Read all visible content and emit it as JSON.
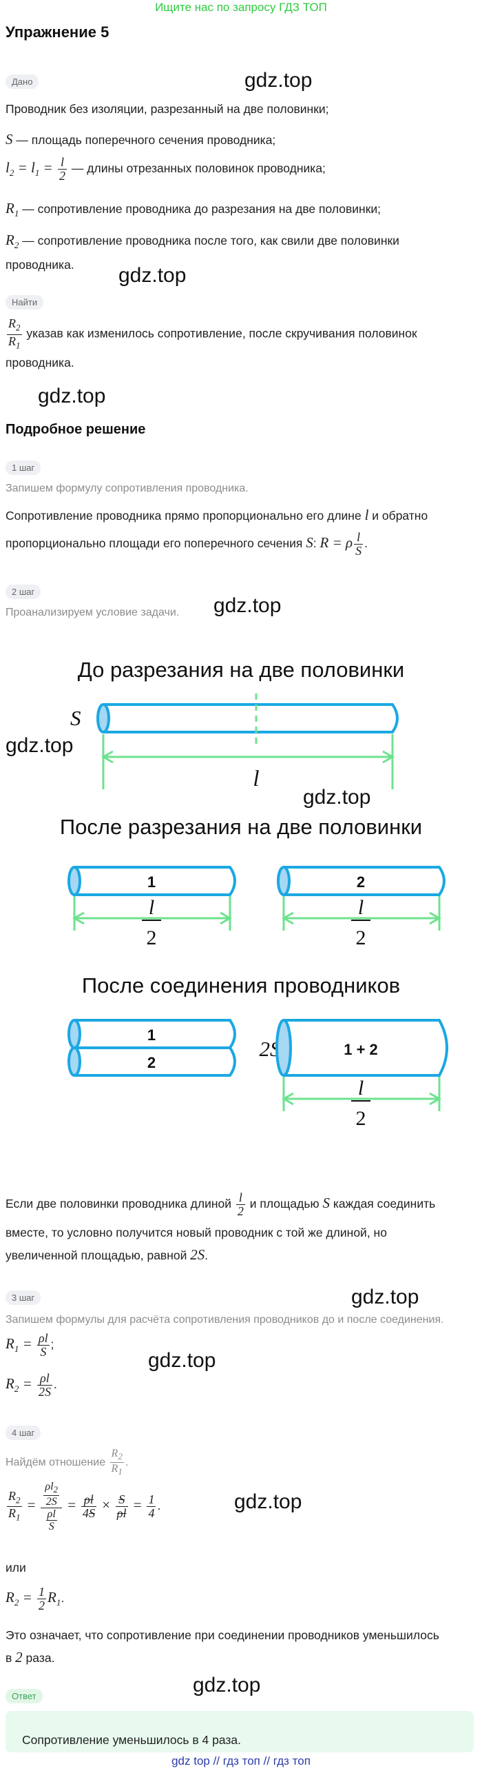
{
  "banner": "Ищите нас по запросу ГДЗ ТОП",
  "title": "Упражнение 5",
  "watermark": "gdz.top",
  "given": {
    "tag": "Дано",
    "line1": "Проводник без изоляции, разрезанный на две половинки;",
    "line2_sym": "S",
    "line2": "— площадь поперечного сечения проводника;",
    "line3_text": "— длины отрезанных половинок проводника;",
    "line4": "— сопротивление проводника до разрезания на две половинки;",
    "line5": "— сопротивление проводника после того, как свили две половинки",
    "line5b": "проводника."
  },
  "find": {
    "tag": "Найти",
    "text": "указав как изменилось сопротивление, после скручивания половинок",
    "text2": "проводника."
  },
  "solution": {
    "title": "Подробное решение",
    "step1": {
      "tag": "1 шаг",
      "caption": "Запишем формулу сопротивления проводника.",
      "text_a": "Сопротивление проводника прямо пропорционально его длине",
      "text_b": "и обратно",
      "text_c": "пропорционально площади его поперечного сечения"
    },
    "step2": {
      "tag": "2 шаг",
      "caption": "Проанализируем условие задачи."
    },
    "figure": {
      "title1": "До разрезания на две половинки",
      "title2": "После разрезания на две половинки",
      "title3": "После соединения проводников",
      "label_S": "S",
      "label_2S": "2S",
      "label_l": "l",
      "label_1": "1",
      "label_2": "2",
      "label_12": "1 + 2",
      "half_num": "l",
      "half_den": "2"
    },
    "para_a": "Если две половинки проводника длиной",
    "para_b": "и площадью",
    "para_c": "каждая соединить",
    "para_d": "вместе, то условно получится новый проводник с той же длиной, но",
    "para_e": "увеличенной площадью, равной",
    "step3": {
      "tag": "3 шаг",
      "caption": "Запишем формулы для расчёта сопротивления проводников до и после соединения."
    },
    "step4": {
      "tag": "4 шаг",
      "caption": "Найдём отношение",
      "or": "или",
      "conclusion_a": "Это означает, что сопротивление при соединении проводников уменьшилось",
      "conclusion_b": "в",
      "conclusion_c": "раза."
    },
    "answer": {
      "tag": "Ответ",
      "text": "Сопротивление уменьшилось в 4 раза."
    }
  },
  "footer": "gdz top  //  гдз топ  //  гдз топ",
  "colors": {
    "wire": "#1ba8e3",
    "wire_fill": "#a6d7f3",
    "dim": "#6ee28f",
    "banner": "#2ecc40",
    "answer_bg": "#e8faee"
  }
}
